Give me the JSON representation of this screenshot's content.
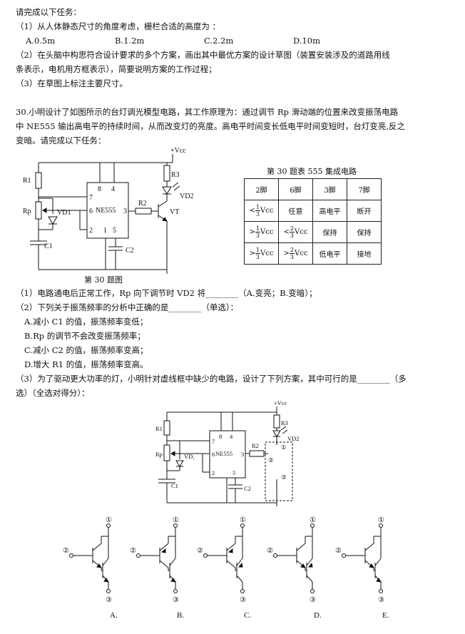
{
  "part_a": {
    "intro": "请完成以下任务：",
    "q1": "（1）从人体静态尺寸的角度考虑，栅栏合适的高度为 ：",
    "q1_options": [
      "A.0.5m",
      "B.1.2m",
      "C.2.2m",
      "D.10m"
    ],
    "q2_line1": "（2）在头脑中构思符合设计要求的多个方案，画出其中最优方案的设计草图（装置安装涉及的道路用线",
    "q2_line2": "条表示，电机用方框表示），简要说明方案的工作过程；",
    "q3": "（3）在草图上标注主要尺寸。"
  },
  "q30": {
    "stem_line1": "30.小明设计了如图所示的台灯调光模型电路，其工作原理为：通过调节 Rp 滑动端的位置来改变振荡电路",
    "stem_line2": "中 NE555 输出高电平的持续时间，从而改变灯的亮度。高电平时间变长低电平时间变短时，台灯变亮,反之",
    "stem_line3": "变暗。请完成以下任务：",
    "figure_caption": "第 30 题图",
    "table_caption": "第 30 题表 555 集成电路",
    "table": {
      "headers": [
        "2脚",
        "6脚",
        "3脚",
        "7脚"
      ],
      "rows": [
        {
          "pin2_sym": "<",
          "pin2_unit": "Vcc",
          "pin6": "任意",
          "pin3": "高电平",
          "pin7": "断开"
        },
        {
          "pin2_sym": ">",
          "pin2_unit": "Vcc",
          "pin6_sym": "<",
          "pin6_unit": "Vcc",
          "pin3": "保持",
          "pin7": "保持"
        },
        {
          "pin2_sym": ">",
          "pin2_unit": "Vcc",
          "pin6_sym": ">",
          "pin6_unit": "Vcc",
          "pin3": "低电平",
          "pin7": "接地"
        }
      ],
      "frac_1_3": {
        "num": "1",
        "den": "3"
      },
      "frac_2_3": {
        "num": "2",
        "den": "3"
      }
    },
    "sub1": "（1）电路通电后正常工作，Rp 向下调节时 VD2 将________（A.变亮；B.变暗）；",
    "sub2": "（2）下列关于振荡频率的分析中正确的是________（单选）：",
    "sub2_options": [
      "A.减小 C1 的值，振荡频率变低；",
      "B.Rp 的调节不会改变振荡频率；",
      "C.减小 C2 的值，振荡频率变高；",
      "D.增大 R1 的值，振荡频率变高。"
    ],
    "sub3_line1": "（3）为了驱动更大功率的灯，小明针对虚线框中缺少的电路，设计了下列方案，其中可行的是________（多",
    "sub3_line2": "选）（全选对得分）：",
    "circuit_labels": {
      "vcc": "+Vcc",
      "r1": "R1",
      "rp": "Rp",
      "vd1": "VD1",
      "c1": "C1",
      "c2": "C2",
      "ne555": "NE555",
      "r2": "R2",
      "r3": "R3",
      "vd2": "VD2",
      "vt": "VT",
      "pin8": "8",
      "pin4": "4",
      "pin7": "7",
      "pin6": "6",
      "pin3": "3",
      "pin2": "2",
      "pin1": "1",
      "pin5": "5",
      "vd1_small": "VD₁"
    },
    "terminals": [
      "①",
      "②",
      "③"
    ],
    "option_labels": [
      "A.",
      "B.",
      "C.",
      "D.",
      "E."
    ]
  }
}
